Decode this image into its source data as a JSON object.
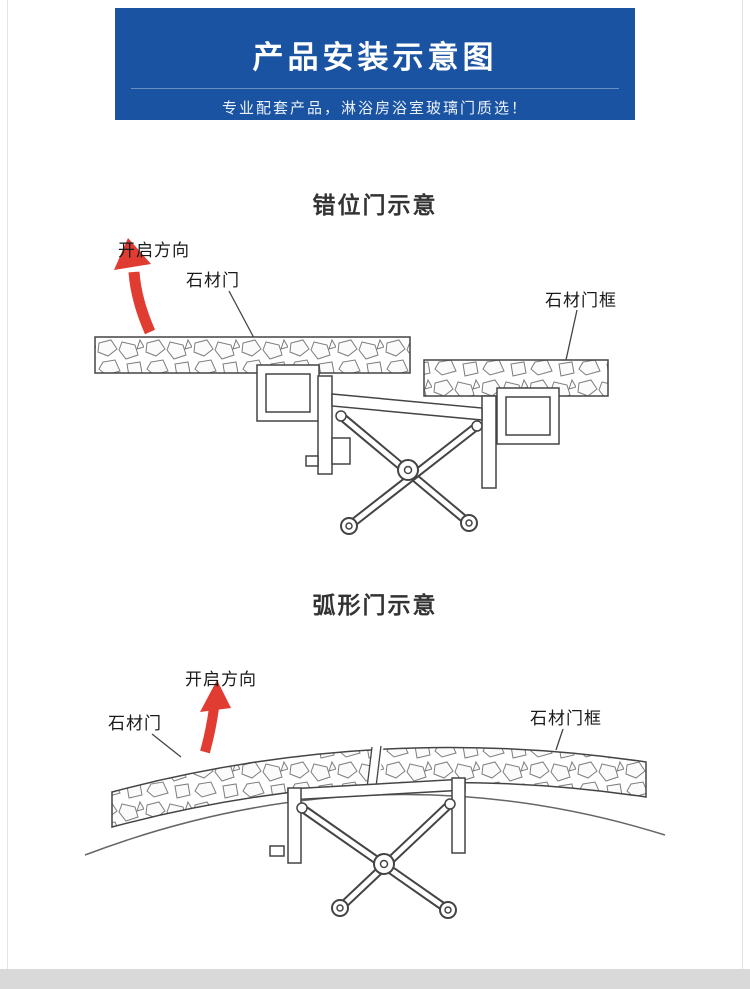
{
  "header": {
    "title": "产品安装示意图",
    "subtitle": "专业配套产品，淋浴房浴室玻璃门质选！",
    "bg_color": "#1a53a1"
  },
  "diagrams": [
    {
      "title": "错位门示意",
      "labels": {
        "direction": "开启方向",
        "door": "石材门",
        "frame": "石材门框"
      }
    },
    {
      "title": "弧形门示意",
      "labels": {
        "direction": "开启方向",
        "door": "石材门",
        "frame": "石材门框"
      }
    }
  ],
  "colors": {
    "arrow": "#e03c31",
    "line": "#444444",
    "banner": "#1a53a1",
    "footer": "#d9d9d9"
  }
}
